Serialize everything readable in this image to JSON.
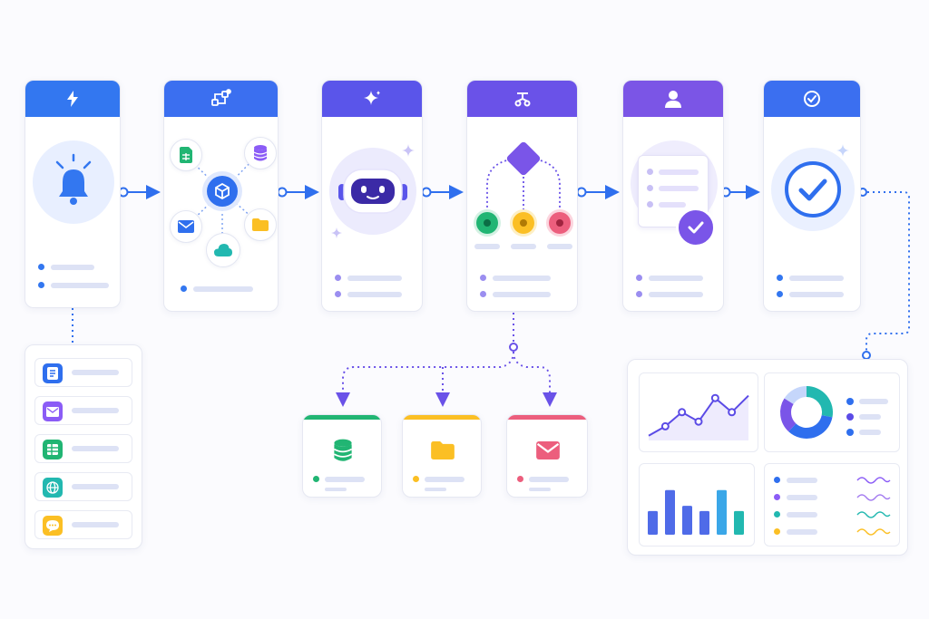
{
  "colors": {
    "blue": "#2f6fee",
    "indigo": "#5b4be6",
    "violet": "#7a55e8",
    "green": "#21b573",
    "yellow": "#fbbf24",
    "pink": "#ec5e7d",
    "teal": "#22b8b0",
    "line": "#dde2f5"
  },
  "flow_steps": [
    {
      "name": "trigger",
      "icon": "lightning-icon",
      "header_color": "#3377f0"
    },
    {
      "name": "integrations",
      "icon": "nodes-icon",
      "header_color": "#3b6ff0"
    },
    {
      "name": "ai",
      "icon": "sparkle-icon",
      "header_color": "#5a55ea"
    },
    {
      "name": "branch",
      "icon": "branch-icon",
      "header_color": "#6a52e8"
    },
    {
      "name": "approval",
      "icon": "user-icon",
      "header_color": "#7b55e6"
    },
    {
      "name": "complete",
      "icon": "check-circle-icon",
      "header_color": "#3b6ff0"
    }
  ],
  "trigger_sources": [
    {
      "icon": "document-icon",
      "color": "#2f6fee"
    },
    {
      "icon": "mail-icon",
      "color": "#8b5cf6"
    },
    {
      "icon": "sheet-icon",
      "color": "#21b573"
    },
    {
      "icon": "globe-icon",
      "color": "#22b8b0"
    },
    {
      "icon": "chat-icon",
      "color": "#fbbf24"
    }
  ],
  "branch_outputs": [
    {
      "icon": "database-icon",
      "color": "#21b573"
    },
    {
      "icon": "folder-icon",
      "color": "#fbbf24"
    },
    {
      "icon": "mail-icon",
      "color": "#ec5e7d"
    }
  ],
  "branch_nodes": [
    "#21b573",
    "#fbbf24",
    "#ec5e7d"
  ],
  "dashboard": {
    "donut_colors": [
      "#22b8b0",
      "#2f6fee",
      "#7a55e8",
      "#c5d6fb"
    ],
    "legend_colors": [
      "#2f6fee",
      "#5b4be6",
      "#2f6fee"
    ],
    "bar_fractions": [
      0.45,
      0.85,
      0.55,
      0.45,
      0.85,
      0.45
    ],
    "bar_colors": [
      "#4f6be8",
      "#4f6be8",
      "#4f6be8",
      "#4f6be8",
      "#3aa7e8",
      "#22b8b0"
    ],
    "line_fractions": [
      0.1,
      0.3,
      0.6,
      0.4,
      0.9,
      0.6,
      0.95
    ],
    "list_colors": [
      "#2f6fee",
      "#8b5cf6",
      "#22b8b0",
      "#fbbf24"
    ]
  }
}
